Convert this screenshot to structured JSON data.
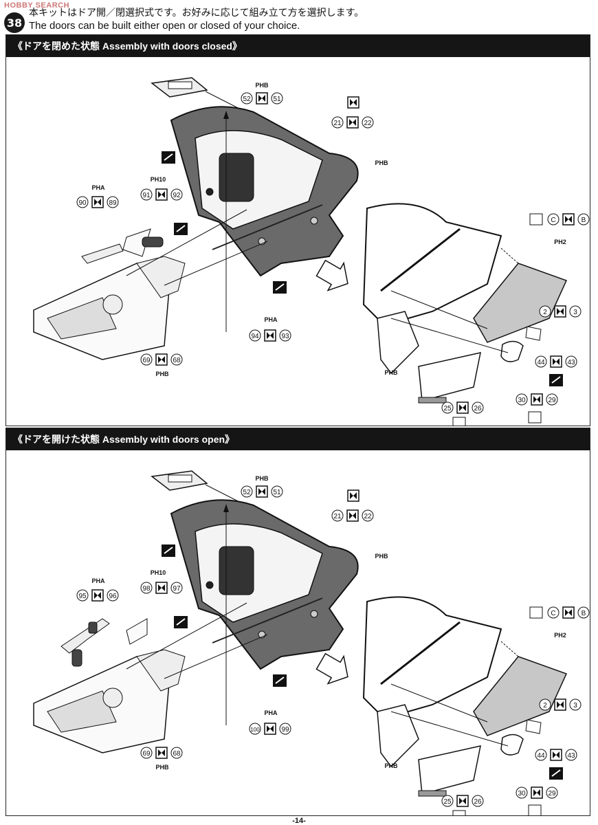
{
  "header": {
    "watermark": "HOBBY SEARCH",
    "step_number": "38",
    "intro_jp": "本キットはドア開／閉選択式です。お好みに応じて組み立て方を選択します。",
    "intro_en": "The doors can be built either open or closed of your choice."
  },
  "panels": [
    {
      "title": "《ドアを閉めた状態 Assembly with doors closed》",
      "labels": {
        "p52": "52",
        "p51": "51",
        "p21": "21",
        "p22": "22",
        "p91": "91",
        "p92": "92",
        "p90": "90",
        "p89": "89",
        "p94": "94",
        "p93": "93",
        "p69": "69",
        "p68": "68",
        "p2": "2",
        "p3": "3",
        "p44": "44",
        "p43": "43",
        "p30": "30",
        "p29": "29",
        "p25": "25",
        "p26": "26",
        "pC": "C",
        "pB": "B",
        "phB_top": "PHB",
        "phB_right": "PHB",
        "ph10": "PH10",
        "phA_left": "PHA",
        "phA_mid": "PHA",
        "phB_bottom": "PHB",
        "ph2": "PH2",
        "phB_lower": "PHB"
      }
    },
    {
      "title": "《ドアを開けた状態 Assembly with doors open》",
      "labels": {
        "p52": "52",
        "p51": "51",
        "p21": "21",
        "p22": "22",
        "p95": "95",
        "p96": "96",
        "p98": "98",
        "p97": "97",
        "p100": "100",
        "p99": "99",
        "p69": "69",
        "p68": "68",
        "p2": "2",
        "p3": "3",
        "p44": "44",
        "p43": "43",
        "p30": "30",
        "p29": "29",
        "p25": "25",
        "p26": "26",
        "pC": "C",
        "pB": "B",
        "phB_top": "PHB",
        "phB_right": "PHB",
        "ph10": "PH10",
        "phA_left": "PHA",
        "phA_mid": "PHA",
        "phB_bottom": "PHB",
        "ph2": "PH2",
        "phB_lower": "PHB"
      }
    }
  ],
  "footer": {
    "page_number": "-14-"
  }
}
